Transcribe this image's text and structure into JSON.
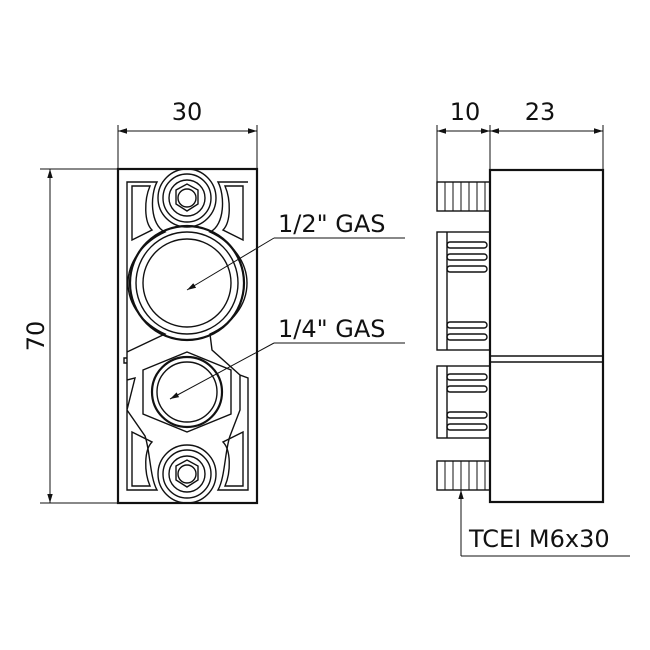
{
  "dimensions": {
    "front_width": "30",
    "front_height": "70",
    "side_stud": "10",
    "side_body": "23"
  },
  "labels": {
    "port_large": "1/2\" GAS",
    "port_small": "1/4\" GAS",
    "screw": "TCEI M6x30"
  }
}
